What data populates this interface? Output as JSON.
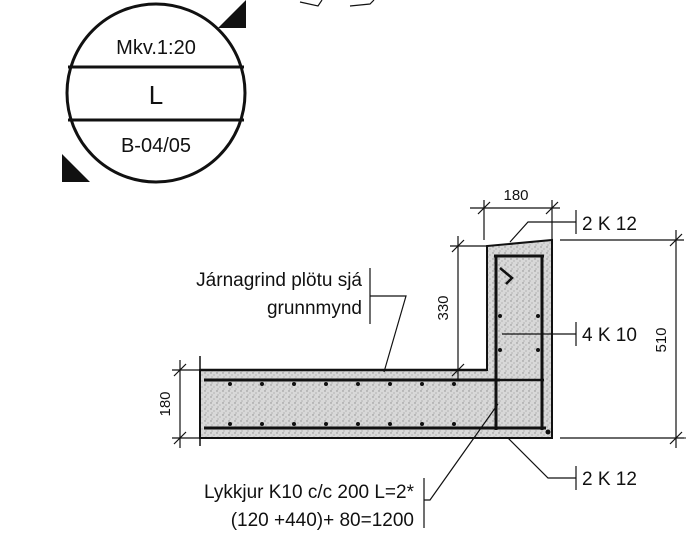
{
  "title_block": {
    "scale": "Mkv.1:20",
    "section_letter": "L",
    "sheet_ref": "B-04/05"
  },
  "dimensions": {
    "wall_width": "180",
    "wall_height_upper": "330",
    "total_height": "510",
    "slab_thickness": "180"
  },
  "rebar_labels": {
    "top_bars": "2 K 12",
    "vertical_bars": "4 K 10",
    "bottom_bars": "2 K 12"
  },
  "notes": {
    "slab_mesh_line1": "Járnagrind plötu sjá",
    "slab_mesh_line2": "grunnmynd",
    "stirrup_line1": "Lykkjur K10 c/c 200 L=2*",
    "stirrup_line2": "(120 +440)+ 80=1200"
  },
  "colors": {
    "ink": "#111111",
    "concrete": "#d4d4d4"
  }
}
